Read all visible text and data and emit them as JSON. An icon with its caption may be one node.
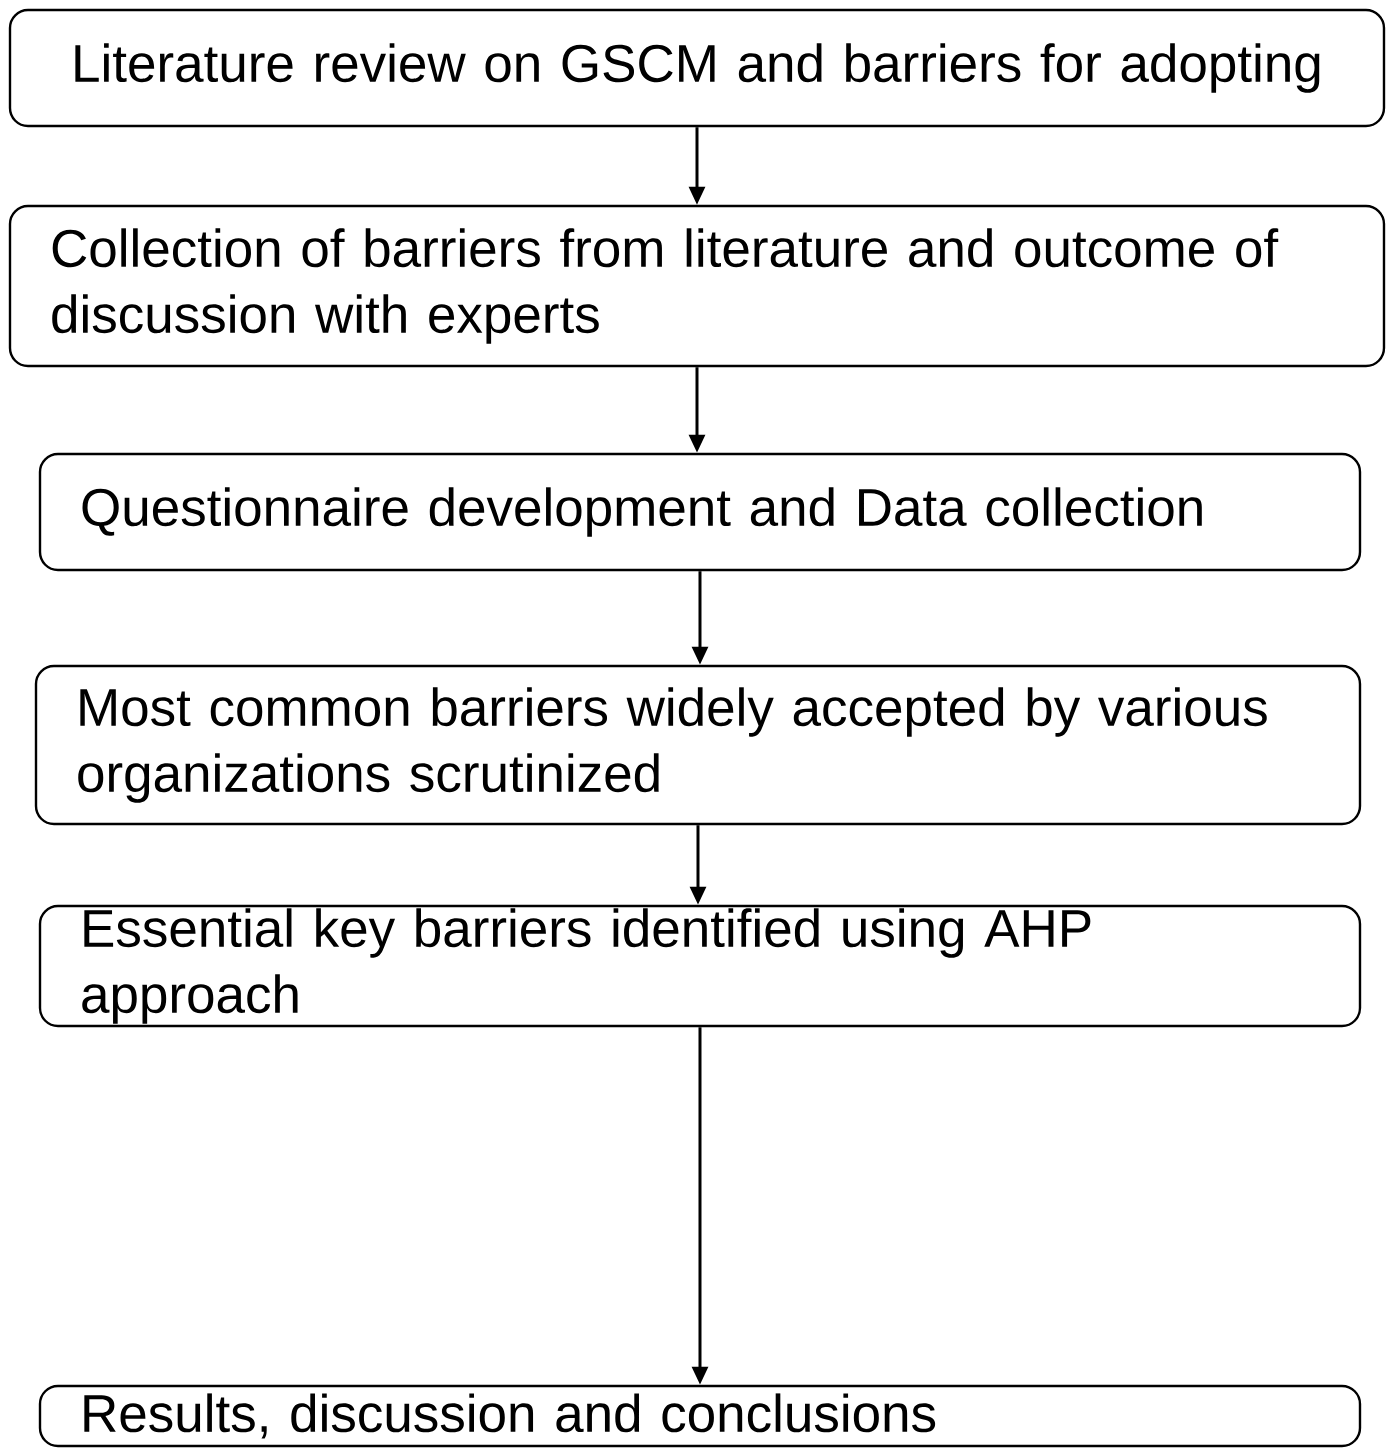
{
  "diagram": {
    "nodes": [
      {
        "text": [
          "Literature review on GSCM and barriers for adopting"
        ]
      },
      {
        "text": [
          "Collection of barriers from literature and outcome of discussion with experts"
        ]
      },
      {
        "text": [
          "Questionnaire development and Data collection"
        ]
      },
      {
        "text": [
          "Most common barriers widely accepted by various organizations scrutinized"
        ]
      },
      {
        "text": [
          "Essential key barriers identified using AHP approach"
        ]
      },
      {
        "text": [
          "Results, discussion and conclusions"
        ]
      }
    ],
    "edges": [
      {
        "from": 0,
        "to": 1,
        "arrow": "to"
      },
      {
        "from": 1,
        "to": 2,
        "arrow": "to"
      },
      {
        "from": 2,
        "to": 3,
        "arrow": "to"
      },
      {
        "from": 3,
        "to": 4,
        "arrow": "to"
      },
      {
        "from": 4,
        "to": 5,
        "arrow": "to"
      }
    ]
  }
}
